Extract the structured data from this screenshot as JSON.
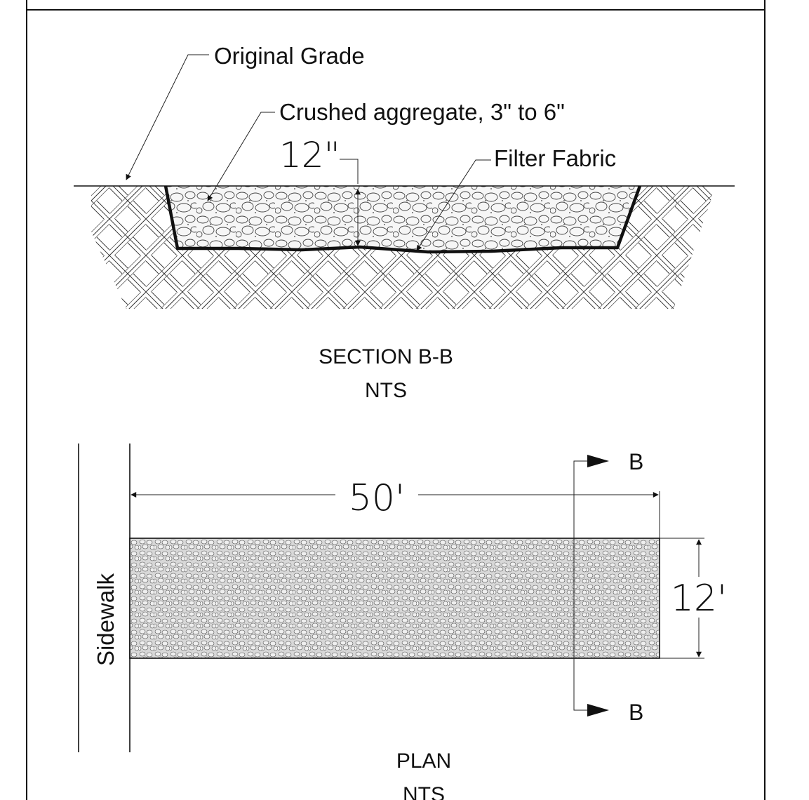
{
  "section": {
    "labels": {
      "original_grade": "Original Grade",
      "aggregate": "Crushed aggregate, 3\" to 6\"",
      "depth": "12\"",
      "filter_fabric": "Filter Fabric"
    },
    "title": "SECTION B-B",
    "scale": "NTS"
  },
  "plan": {
    "sidewalk": "Sidewalk",
    "length": "50'",
    "width": "12'",
    "section_mark_top": "B",
    "section_mark_bottom": "B",
    "title": "PLAN",
    "scale": "NTS"
  }
}
